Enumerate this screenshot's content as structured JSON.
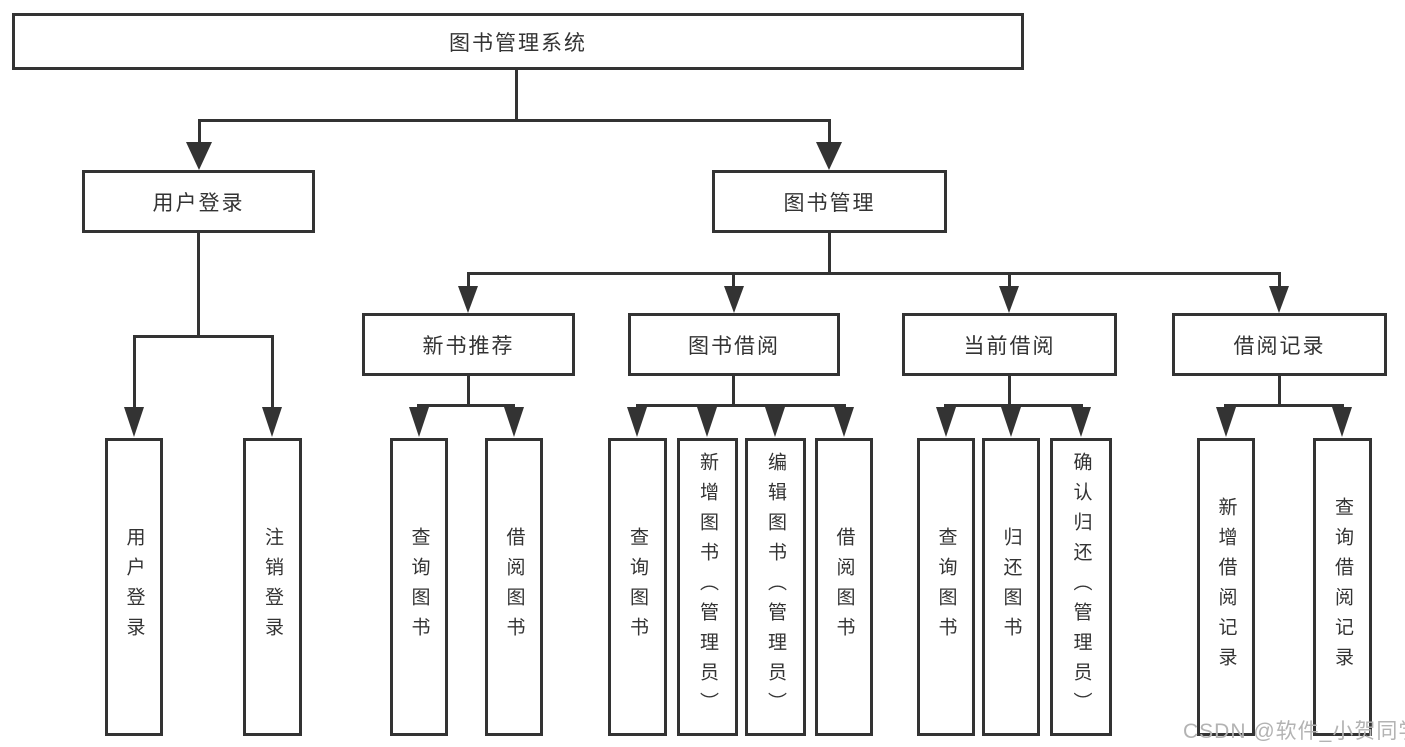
{
  "colors": {
    "bg": "#ffffff",
    "line": "#333333",
    "text": "#333333",
    "watermark": "#b3b3b3"
  },
  "nodes": {
    "root": "图书管理系统",
    "level2": [
      "用户登录",
      "图书管理"
    ],
    "level3": [
      "新书推荐",
      "图书借阅",
      "当前借阅",
      "借阅记录"
    ],
    "leaves": {
      "login": [
        "用户登录",
        "注销登录"
      ],
      "recommend": [
        "查询图书",
        "借阅图书"
      ],
      "borrow": [
        "查询图书",
        "新增图书（管理员）",
        "编辑图书（管理员）",
        "借阅图书"
      ],
      "current": [
        "查询图书",
        "归还图书",
        "确认归还（管理员）"
      ],
      "records": [
        "新增借阅记录",
        "查询借阅记录"
      ]
    }
  },
  "watermark": {
    "text": "CSDN @软件_小贺同学"
  }
}
